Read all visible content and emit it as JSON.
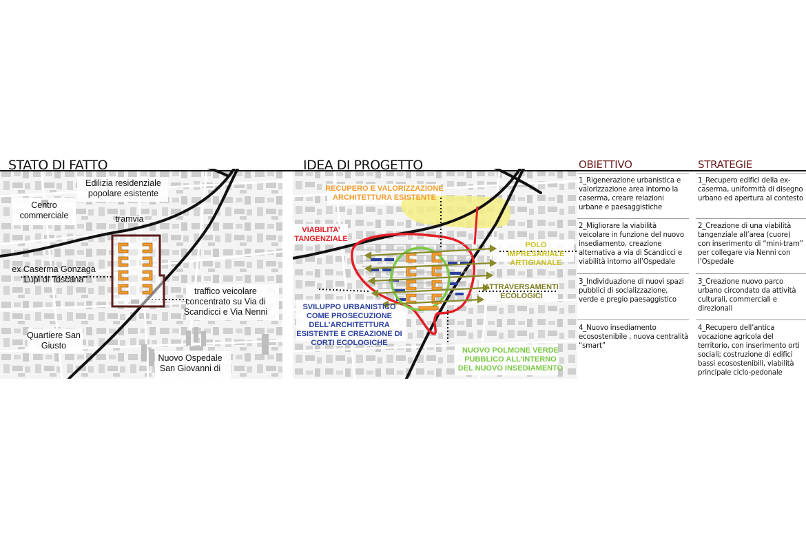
{
  "titles": {
    "left": "STATO DI FATTO",
    "middle": "IDEA DI PROGETTO"
  },
  "left_map": {
    "labels": {
      "edilizia": "Edilizia residenziale popolare esistente",
      "centro": "Centro commerciale",
      "tramvia": "tramvia",
      "caserma": "ex Caserma Gonzaga “Lupi di Toscana”",
      "traffico": "traffico veicolare concentrato su Via di Scandicci e Via Nenni",
      "quartiere": "Quartiere San Giusto",
      "ospedale": "Nuovo Ospedale San Giovanni di"
    }
  },
  "right_map": {
    "annotations": {
      "recupero": "RECUPERO E VALORIZZAZIONE ARCHITETTURA ESISTENTE",
      "viabilita": "VIABILITA’ TANGENZIALE",
      "polo": "POLO IMPRESARIALE ARTIGIANALE",
      "attraversamenti": "ATTRAVERSAMENTI ECOLOGICI",
      "sviluppo": "SVILUPPO URBANISTICO COME PROSECUZIONE DELL’ARCHITETTURA ESISTENTE E CREAZIONE DI CORTI ECOLOGICHE",
      "polmone": "NUOVO POLMONE VERDE PUBBLICO ALL’INTERNO DEL NUOVO INSEDIAMENTO"
    }
  },
  "table": {
    "headers": {
      "obiettivo": "OBIETTIVO",
      "strategie": "STRATEGIE"
    },
    "rows": [
      {
        "obiettivo": "1_Rigenerazione urbanistica e valorizzazione area intorno la caserma, creare relazioni urbane e paesaggistiche",
        "strategie": "1_Recupero edifici della ex-caserma, uniformità di disegno urbano ed apertura al contesto"
      },
      {
        "obiettivo": "2_Migliorare la viabilità veicolare in funzione del nuovo insediamento, creazione alternativa a via di Scandicci e viabilità intorno all’Ospedale",
        "strategie": "2_Creazione di una viabilità tangenziale all’area (cuore) con inserimento di “mini-tram” per collegare via Nenni con l’Ospedale"
      },
      {
        "obiettivo": "3_Individuazione di nuovi spazi pubblici di socializzazione, verde e pregio paesaggistico",
        "strategie": "3_Creazione nuovo parco urbano circondato da attività culturali, commerciali e direzionali"
      },
      {
        "obiettivo": "4_Nuovo insediamento ecosostenibile , nuova centralità “smart”",
        "strategie": "4_Recupero dell’antica vocazione agricola del territorio, con inserimento orti sociali; costruzione di edifici bassi ecosostenibili, viabilità principale ciclo-pedonale"
      }
    ]
  },
  "colors": {
    "heading": "#6b1d1d",
    "caserma_outline": "#5a1e1e",
    "building_orange": "#f39c2d",
    "ring_red": "#e41e26",
    "park_green": "#7ac943",
    "blue_blocks": "#2b3f9e",
    "yellow_area": "#f4ee84",
    "olive_arrows": "#8a8a2a"
  }
}
